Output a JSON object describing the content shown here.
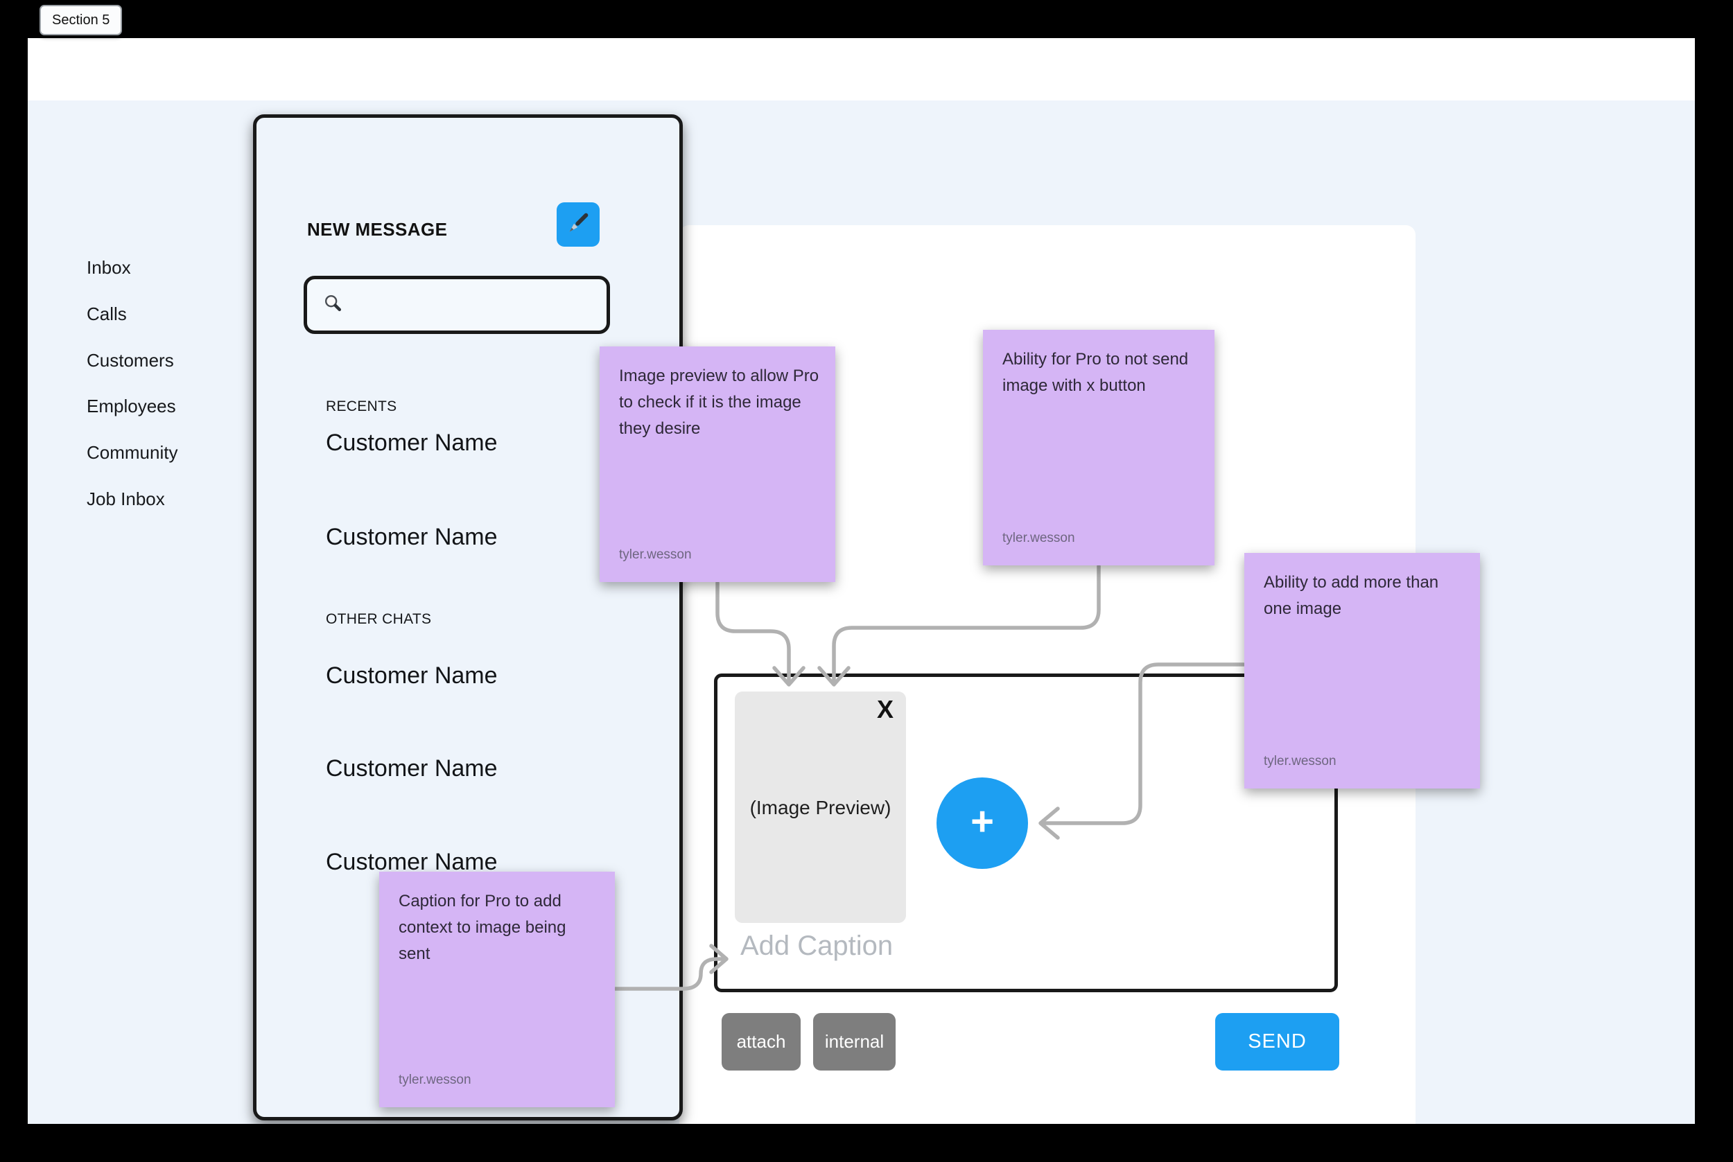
{
  "section_label": "Section 5",
  "sidebar": {
    "items": [
      {
        "label": "Inbox"
      },
      {
        "label": "Calls"
      },
      {
        "label": "Customers"
      },
      {
        "label": "Employees"
      },
      {
        "label": "Community"
      },
      {
        "label": "Job Inbox"
      }
    ]
  },
  "chat_panel": {
    "new_message_label": "NEW MESSAGE",
    "sections": [
      {
        "title": "RECENTS",
        "chats": [
          "Customer Name",
          "Customer Name"
        ]
      },
      {
        "title": "OTHER CHATS",
        "chats": [
          "Customer Name",
          "Customer Name",
          "Customer Name"
        ]
      }
    ]
  },
  "composer": {
    "image_preview_label": "(Image Preview)",
    "remove_image_label": "X",
    "add_image_label": "+",
    "caption_placeholder": "Add Caption",
    "attach_label": "attach",
    "internal_label": "internal",
    "send_label": "SEND"
  },
  "sticky_notes": [
    {
      "text": "Image preview to allow Pro to check if it  is the image they desire",
      "author": "tyler.wesson"
    },
    {
      "text": "Ability for Pro to not send image with x button",
      "author": "tyler.wesson"
    },
    {
      "text": "Ability to add more than one image",
      "author": "tyler.wesson"
    },
    {
      "text": "Caption for Pro to add context to image being sent",
      "author": "tyler.wesson"
    }
  ],
  "colors": {
    "accent_blue": "#1d9ff2",
    "note_purple": "#d5b5f5",
    "canvas_blue": "#eef4fb",
    "button_gray": "#7e7e7e",
    "connector_gray": "#b1b1b1"
  }
}
